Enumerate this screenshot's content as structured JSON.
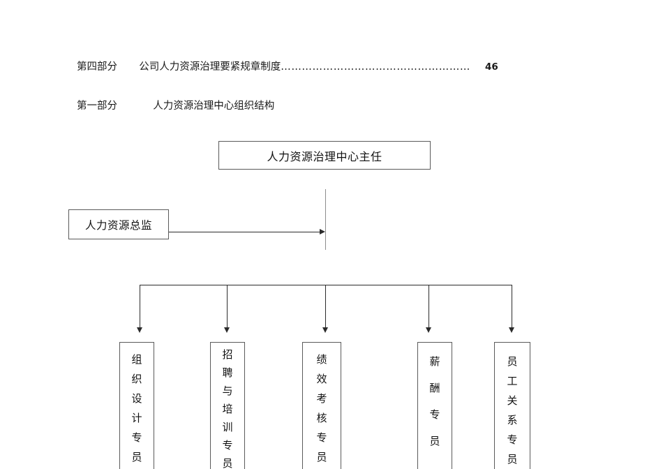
{
  "document": {
    "toc_entry": {
      "section_label": "第四部分",
      "title": "公司人力资源治理要紧规章制度",
      "leader_dots": "………………………………………………",
      "page_number": "46"
    },
    "section_heading": {
      "section_label": "第一部分",
      "title": "人力资源治理中心组织结构"
    }
  },
  "org_chart": {
    "type": "organizational-hierarchy",
    "top_node": {
      "label": "人力资源治理中心主任"
    },
    "side_node": {
      "label": "人力资源总监"
    },
    "leaf_nodes": [
      {
        "label": "组织设计专员",
        "chars": [
          "组",
          "织",
          "设",
          "计",
          "专",
          "员"
        ]
      },
      {
        "label": "招聘与培训专员",
        "chars": [
          "招",
          "聘",
          "与",
          "培",
          "训",
          "专",
          "员"
        ]
      },
      {
        "label": "绩效考核专员",
        "chars": [
          "绩",
          "效",
          "考",
          "核",
          "专",
          "员"
        ]
      },
      {
        "label": "薪酬专员",
        "chars": [
          "薪",
          "酬",
          "专",
          "员"
        ]
      },
      {
        "label": "员工关系专员",
        "chars": [
          "员",
          "工",
          "关",
          "系",
          "专",
          "员"
        ]
      }
    ],
    "colors": {
      "box_border": "#5a5a5a",
      "connector": "#2b2b2b",
      "spine": "#8c8c8c",
      "text": "#111111",
      "background": "#ffffff"
    }
  }
}
